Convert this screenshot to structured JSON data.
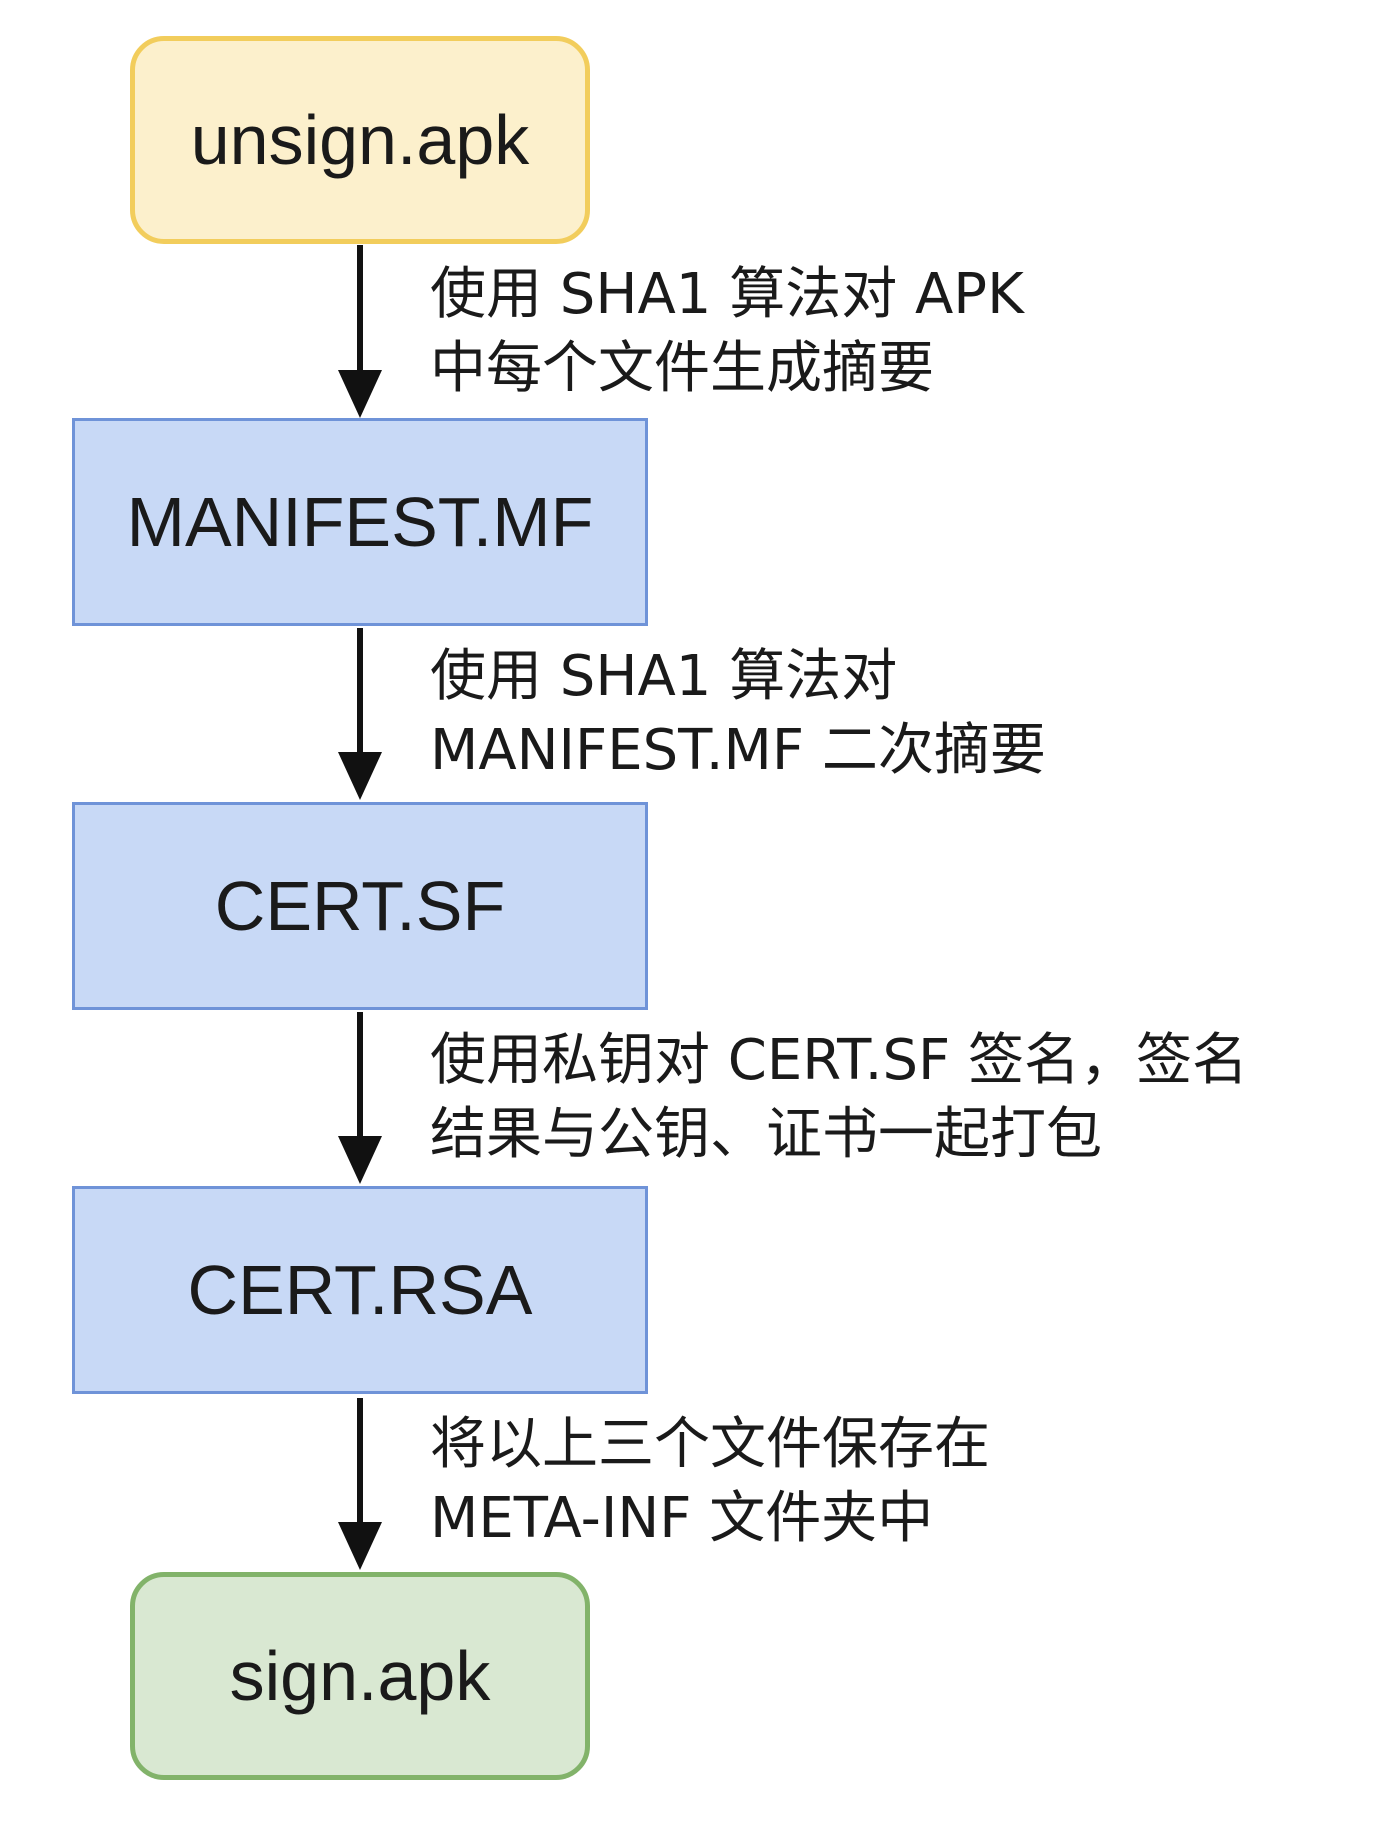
{
  "colors": {
    "start_fill": "#fcf0cc",
    "start_border": "#f2cd5c",
    "process_fill": "#c8d9f6",
    "process_border": "#6f93d8",
    "end_fill": "#d9e8d2",
    "end_border": "#82b36a",
    "arrow": "#111111"
  },
  "nodes": [
    {
      "id": "unsign",
      "label": "unsign.apk",
      "shape": "rounded"
    },
    {
      "id": "manifest",
      "label": "MANIFEST.MF",
      "shape": "rect"
    },
    {
      "id": "cert_sf",
      "label": "CERT.SF",
      "shape": "rect"
    },
    {
      "id": "cert_rsa",
      "label": "CERT.RSA",
      "shape": "rect"
    },
    {
      "id": "sign",
      "label": "sign.apk",
      "shape": "rounded"
    }
  ],
  "edges": [
    {
      "from": "unsign",
      "to": "manifest",
      "lines": [
        "使用 SHA1 算法对 APK",
        "中每个文件生成摘要"
      ]
    },
    {
      "from": "manifest",
      "to": "cert_sf",
      "lines": [
        "使用 SHA1 算法对",
        "MANIFEST.MF 二次摘要"
      ]
    },
    {
      "from": "cert_sf",
      "to": "cert_rsa",
      "lines": [
        "使用私钥对 CERT.SF 签名，签名",
        "结果与公钥、证书一起打包"
      ]
    },
    {
      "from": "cert_rsa",
      "to": "sign",
      "lines": [
        "将以上三个文件保存在",
        "META-INF 文件夹中"
      ]
    }
  ]
}
